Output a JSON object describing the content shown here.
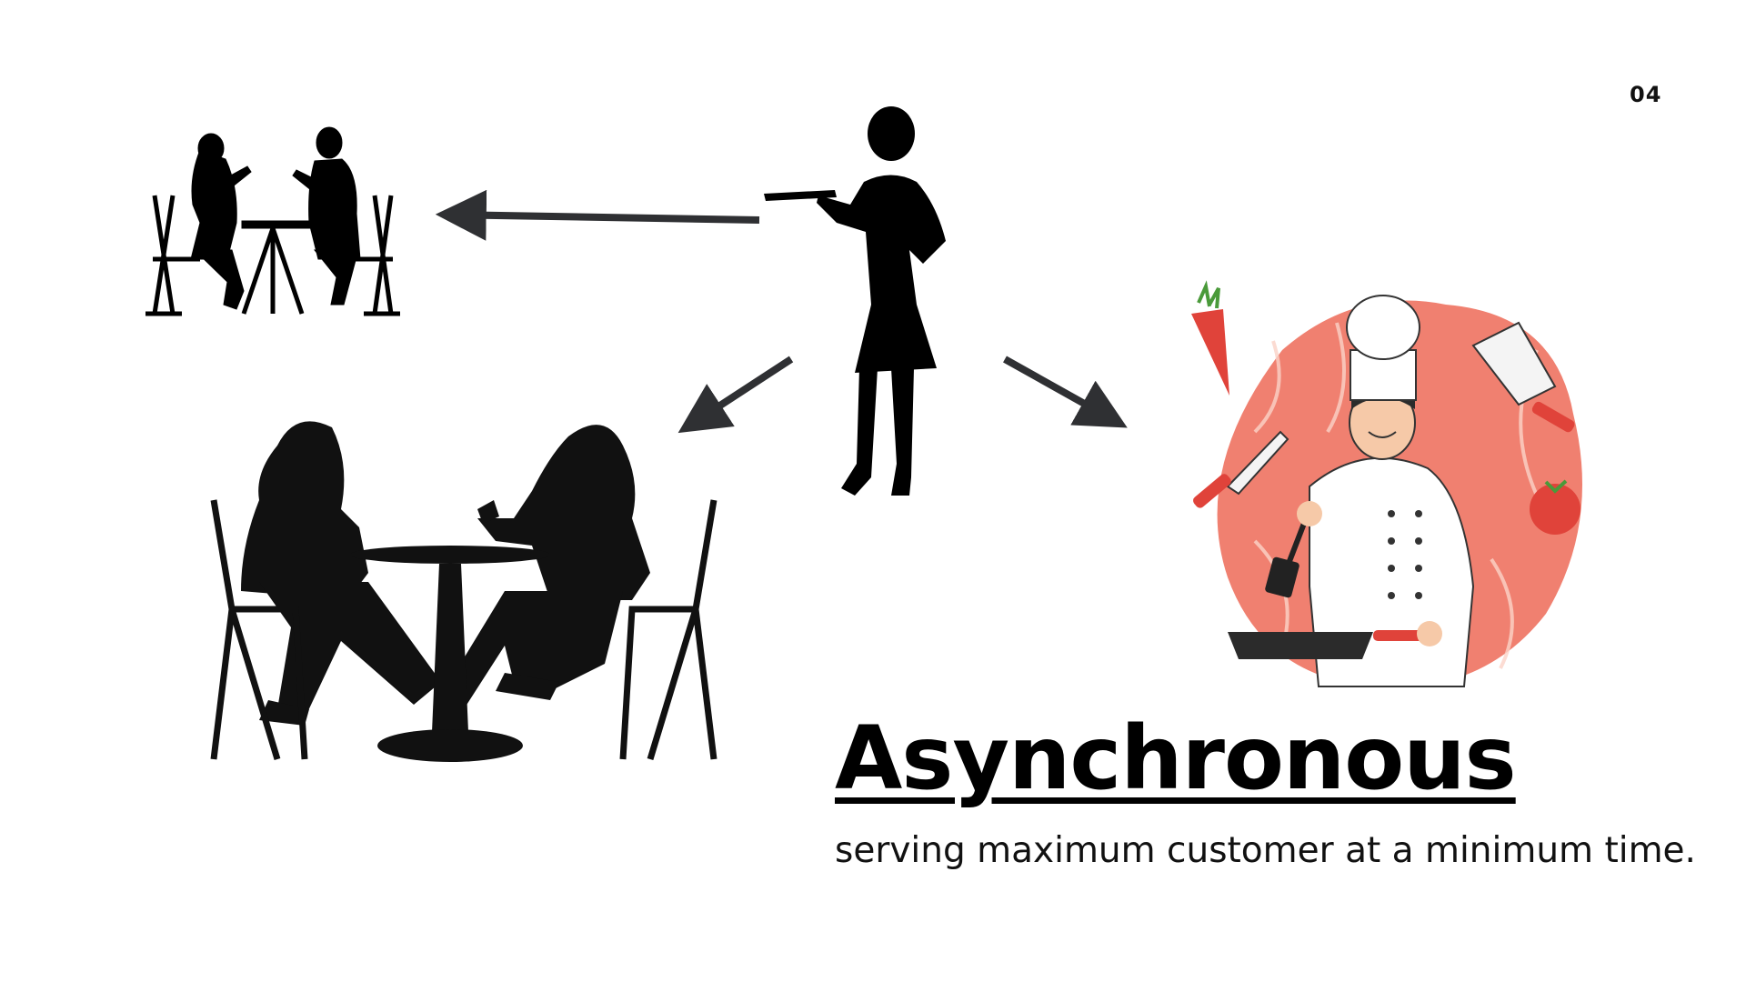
{
  "slide": {
    "page_number": "04",
    "title": "Asynchronous",
    "subtitle": "serving maximum customer at a minimum time."
  },
  "colors": {
    "arrow": "#2f3033",
    "silhouette": "#000000",
    "chef_blob": "#f08070",
    "chef_accent": "#e0433a"
  },
  "illustrations": [
    "couple-at-cafe-table-silhouette",
    "waitress-with-tray-silhouette",
    "two-women-at-round-table-silhouette",
    "chef-cooking-illustration"
  ]
}
